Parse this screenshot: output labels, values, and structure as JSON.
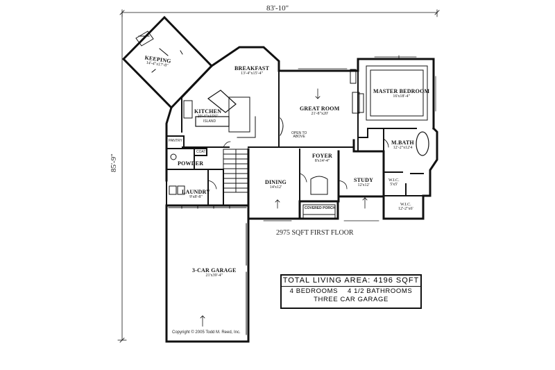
{
  "dimensions": {
    "width": "83'-10\"",
    "depth": "85'-9\""
  },
  "rooms": [
    {
      "key": "keeping",
      "name": "KEEPING",
      "size": "14'-4\"x17'-8\""
    },
    {
      "key": "breakfast",
      "name": "BREAKFAST",
      "size": "13'-4\"x15'-4\""
    },
    {
      "key": "kitchen",
      "name": "KITCHEN",
      "size": "20'-4\"x15'6\""
    },
    {
      "key": "great_room",
      "name": "GREAT ROOM",
      "size": "21'-8\"x20'"
    },
    {
      "key": "master_bedroom",
      "name": "MASTER BEDROOM",
      "size": "16'x18'-4\""
    },
    {
      "key": "master_bath",
      "name": "M.BATH",
      "size": "12'-2\"x12'4"
    },
    {
      "key": "foyer",
      "name": "FOYER",
      "size": "8'x14'-4\""
    },
    {
      "key": "dining",
      "name": "DINING",
      "size": "14'x12'"
    },
    {
      "key": "study",
      "name": "STUDY",
      "size": "12'x12'"
    },
    {
      "key": "laundry",
      "name": "LAUNDRY",
      "size": "9'x8'-8\""
    },
    {
      "key": "powder",
      "name": "POWDER",
      "size": ""
    },
    {
      "key": "garage",
      "name": "3-CAR GARAGE",
      "size": "21'x39'-4\""
    },
    {
      "key": "wic1",
      "name": "W.I.C.",
      "size": "5'x5'"
    },
    {
      "key": "wic2",
      "name": "W.I.C.",
      "size": "12'-2\"x6'"
    }
  ],
  "labels": {
    "covered_porch": "COVERED PORCH",
    "pantry": "PANTRY",
    "open_to_above": "OPEN TO\nABOVE",
    "island": "ISLAND",
    "coat": "COAT",
    "first_floor": "2975 SQFT FIRST FLOOR",
    "copyright": "Copyright © 2005 Todd M. Reed, Inc."
  },
  "summary": {
    "total": "TOTAL LIVING AREA: 4196 SQFT",
    "bedrooms": "4 BEDROOMS",
    "bathrooms": "4 1/2 BATHROOMS",
    "garage": "THREE CAR GARAGE"
  }
}
